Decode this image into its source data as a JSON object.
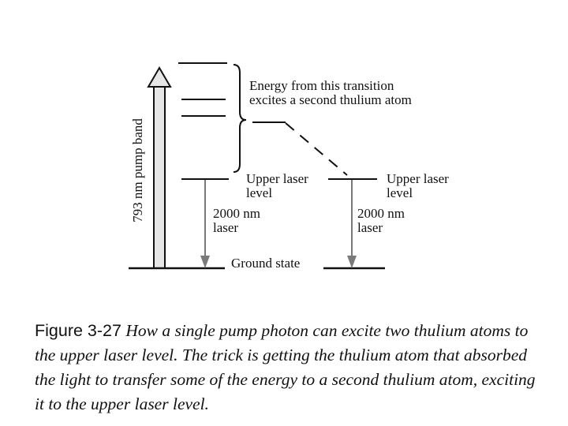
{
  "diagram": {
    "pump_band_label": "793 nm pump band",
    "transfer_note_line1": "Energy from this transition",
    "transfer_note_line2": "excites a second thulium atom",
    "atom1": {
      "upper_level_line1": "Upper laser",
      "upper_level_line2": "level",
      "laser_line1": "2000 nm",
      "laser_line2": "laser",
      "ground_label": "Ground state"
    },
    "atom2": {
      "upper_level_line1": "Upper laser",
      "upper_level_line2": "level",
      "laser_line1": "2000 nm",
      "laser_line2": "laser"
    },
    "colors": {
      "line": "#111111",
      "arrow_fill": "#e6e6e6",
      "laser_arrow": "#7a7a7a"
    }
  },
  "caption": {
    "figure_label": "Figure 3-27",
    "text": "How a single pump photon can excite two thulium atoms to the upper laser level.  The trick is getting the thulium atom that absorbed the light to transfer some of the energy to a second thulium atom, exciting it to the upper laser level."
  }
}
